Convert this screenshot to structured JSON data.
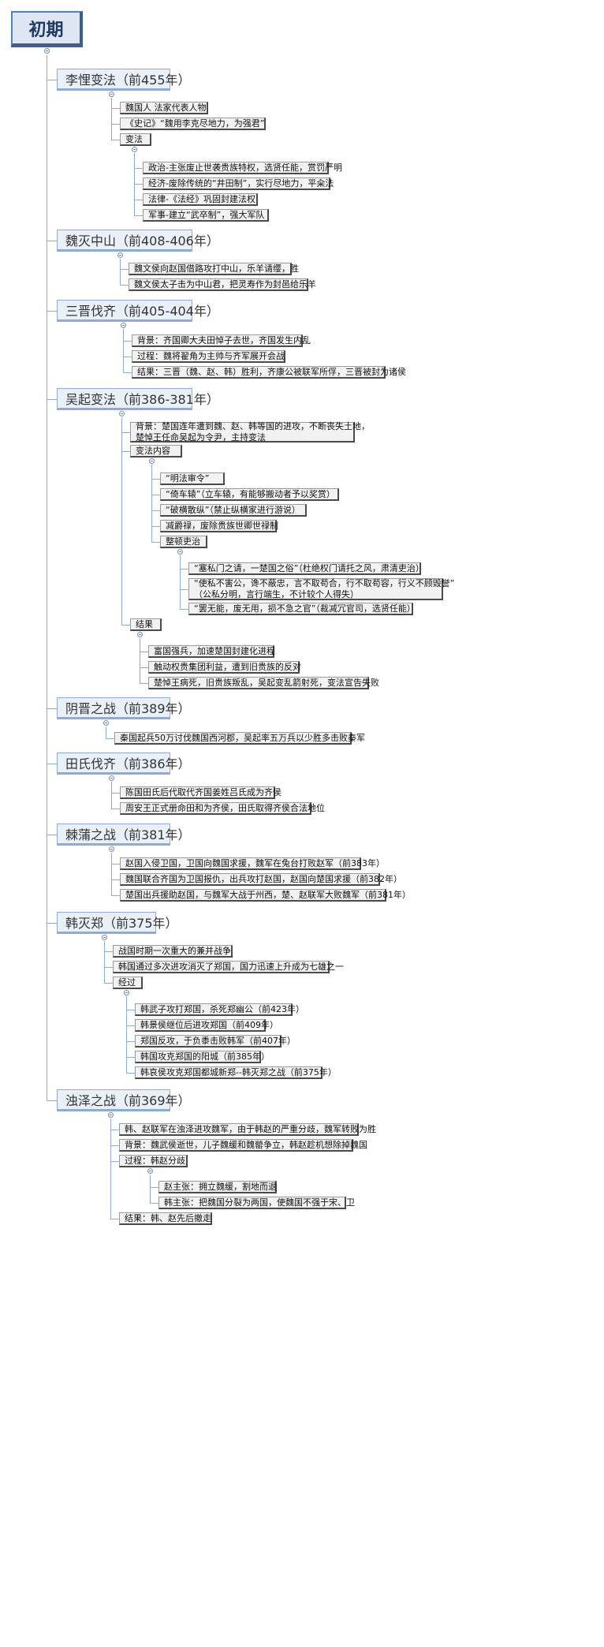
{
  "root": {
    "label": "初期"
  },
  "sections": [
    {
      "label": "李悝变法（前455年）",
      "children": [
        {
          "label": "魏国人 法家代表人物"
        },
        {
          "label": "《史记》“魏用李克尽地力，为强君”"
        },
        {
          "label": "变法",
          "children": [
            {
              "label": "政治-主张废止世袭贵族特权，选贤任能，赏罚严明"
            },
            {
              "label": "经济-废除传统的“井田制”，实行尽地力，平籴法"
            },
            {
              "label": "法律-《法经》巩固封建法权"
            },
            {
              "label": "军事-建立“武卒制”，强大军队"
            }
          ]
        }
      ]
    },
    {
      "label": "魏灭中山（前408-406年）",
      "children": [
        {
          "label": "魏文侯向赵国借路攻打中山，乐羊请缨，胜"
        },
        {
          "label": "魏文侯太子击为中山君，把灵寿作为封邑给乐羊"
        }
      ]
    },
    {
      "label": "三晋伐齐（前405-404年）",
      "children": [
        {
          "label": "背景：齐国卿大夫田悼子去世，齐国发生内乱"
        },
        {
          "label": "过程：魏将翟角为主帅与齐军展开会战"
        },
        {
          "label": "结果：三晋（魏、赵、韩）胜利，齐康公被联军所俘，三晋被封为诸侯"
        }
      ]
    },
    {
      "label": "吴起变法（前386-381年）",
      "children": [
        {
          "label": "背景：楚国连年遭到魏、赵、韩等国的进攻，不断丧失土地，\n楚悼王任命吴起为令尹，主持变法"
        },
        {
          "label": "变法内容",
          "children": [
            {
              "label": "“明法审令”"
            },
            {
              "label": "“倚车辕”（立车辕，有能够搬动者予以奖赏）"
            },
            {
              "label": "“破横散纵”（禁止纵横家进行游说）"
            },
            {
              "label": "减爵禄，废除贵族世卿世禄制"
            },
            {
              "label": "整顿吏治",
              "children": [
                {
                  "label": "“塞私门之请，一楚国之俗”（杜绝权门请托之风，肃清吏治）"
                },
                {
                  "label": "“使私不害公，谗不蔽忠，言不取苟合，行不取苟容，行义不顾毁誉”\n（公私分明，言行端生，不计较个人得失）"
                },
                {
                  "label": "“罢无能，废无用，损不急之官”（裁减冗官司，选贤任能）"
                }
              ]
            }
          ]
        },
        {
          "label": "结果",
          "children": [
            {
              "label": "富国强兵，加速楚国封建化进程"
            },
            {
              "label": "触动权贵集团利益，遭到旧贵族的反对"
            },
            {
              "label": "楚悼王病死，旧贵族叛乱，吴起变乱箭射死，变法宣告失败"
            }
          ]
        }
      ]
    },
    {
      "label": "阴晋之战（前389年）",
      "children": [
        {
          "label": "秦国起兵50万讨伐魏国西河郡，吴起率五万兵以少胜多击败秦军"
        }
      ]
    },
    {
      "label": "田氏伐齐（前386年）",
      "children": [
        {
          "label": "陈国田氏后代取代齐国姜姓吕氏成为齐侯"
        },
        {
          "label": "周安王正式册命田和为齐侯，田氏取得齐侯合法地位"
        }
      ]
    },
    {
      "label": "棘蒲之战（前381年）",
      "children": [
        {
          "label": "赵国入侵卫国，卫国向魏国求援，魏军在兔台打败赵军（前383年）"
        },
        {
          "label": "魏国联合齐国为卫国报仇，出兵攻打赵国，赵国向楚国求援（前382年）"
        },
        {
          "label": "楚国出兵援助赵国，与魏军大战于州西，楚、赵联军大败魏军（前381年）"
        }
      ]
    },
    {
      "label": "韩灭郑（前375年）",
      "children": [
        {
          "label": "战国时期一次重大的兼并战争"
        },
        {
          "label": "韩国通过多次进攻消灭了郑国，国力迅速上升成为七雄之一"
        },
        {
          "label": "经过",
          "children": [
            {
              "label": "韩武子攻打郑国，杀死郑幽公（前423年）"
            },
            {
              "label": "韩景侯继位后进攻郑国（前409年）"
            },
            {
              "label": "郑国反攻，于负黍击败韩军（前407年）"
            },
            {
              "label": "韩国攻克郑国的阳城（前385年）"
            },
            {
              "label": "韩哀侯攻克郑国都城新郑--韩灭郑之战（前375年）"
            }
          ]
        }
      ]
    },
    {
      "label": "浊泽之战（前369年）",
      "children": [
        {
          "label": "韩、赵联军在浊泽进攻魏军，由于韩赵的严重分歧，魏军转败为胜"
        },
        {
          "label": "背景：魏武侯逝世，儿子魏缓和魏罃争立，韩赵趁机想除掉魏国"
        },
        {
          "label": "过程：韩赵分歧",
          "children": [
            {
              "label": "赵主张：拥立魏缓，割地而退"
            },
            {
              "label": "韩主张：把魏国分裂为两国，使魏国不强于宋、卫"
            }
          ]
        },
        {
          "label": "结果：韩、赵先后撤走"
        }
      ]
    }
  ]
}
